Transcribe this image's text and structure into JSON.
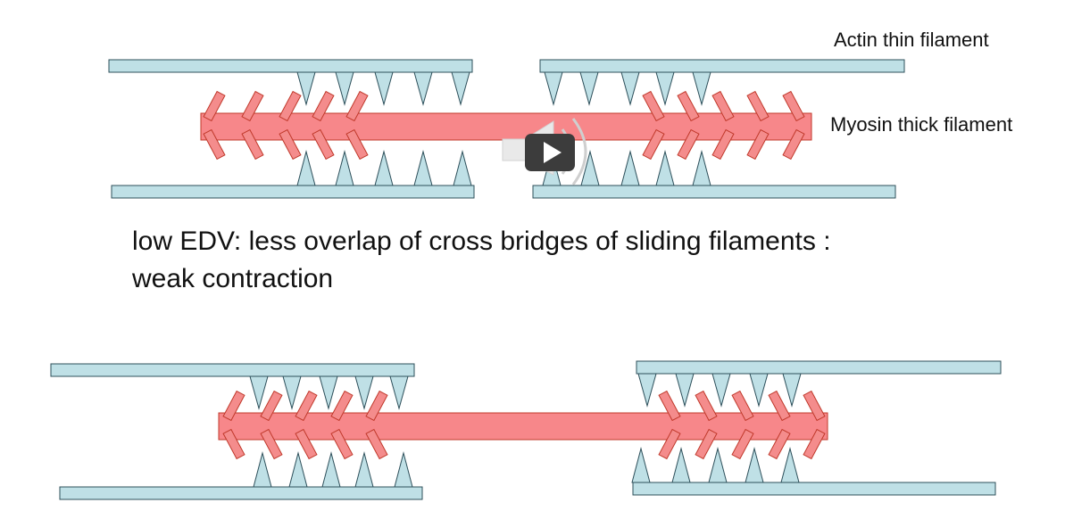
{
  "labels": {
    "actin": "Actin thin filament",
    "myosin": "Myosin thick filament"
  },
  "caption": {
    "line1": "low EDV:  less overlap of cross bridges of sliding filaments :",
    "line2": "weak contraction"
  },
  "colors": {
    "actin_fill": "#bfe0e6",
    "actin_stroke": "#2d4f5a",
    "myosin_fill": "#f7878a",
    "myosin_stroke": "#c0392b",
    "head_fill": "#f48c8c",
    "play_button": "#3c3c3c"
  },
  "icons": {
    "media_control": "speaker-play-icon"
  }
}
